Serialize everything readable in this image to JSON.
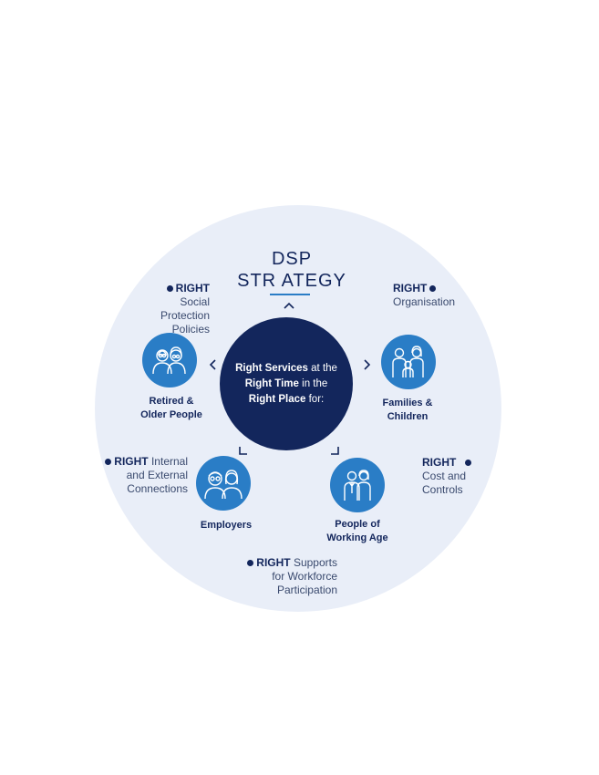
{
  "title": {
    "line1": "DSP",
    "line2": "STR ATEGY"
  },
  "center": {
    "b1": "Right Services",
    "t1": " at the ",
    "b2": "Right Time",
    "t2": " in the ",
    "b3": "Right Place",
    "t3": " for:"
  },
  "groups": [
    {
      "line1": "Retired &",
      "line2": "Older People",
      "icon": "elderly-couple-icon"
    },
    {
      "line1": "Families &",
      "line2": "Children",
      "icon": "family-icon"
    },
    {
      "line1": "Employers",
      "icon": "employers-icon"
    },
    {
      "line1": "People of",
      "line2": "Working Age",
      "icon": "working-age-people-icon"
    }
  ],
  "rights": {
    "keyword": "RIGHT",
    "social": {
      "l1": " Social",
      "l2": "Protection",
      "l3": "Policies"
    },
    "organisation": {
      "l1": "Organisation"
    },
    "internal": {
      "l1": " Internal",
      "l2": "and External",
      "l3": "Connections"
    },
    "cost": {
      "l1": "Cost and",
      "l2": "Controls"
    },
    "supports": {
      "l1": " Supports",
      "l2": "for Workforce",
      "l3": "Participation"
    }
  },
  "colors": {
    "navy": "#13265c",
    "blue": "#2a7dc6",
    "background_circle": "#e9eef8"
  }
}
